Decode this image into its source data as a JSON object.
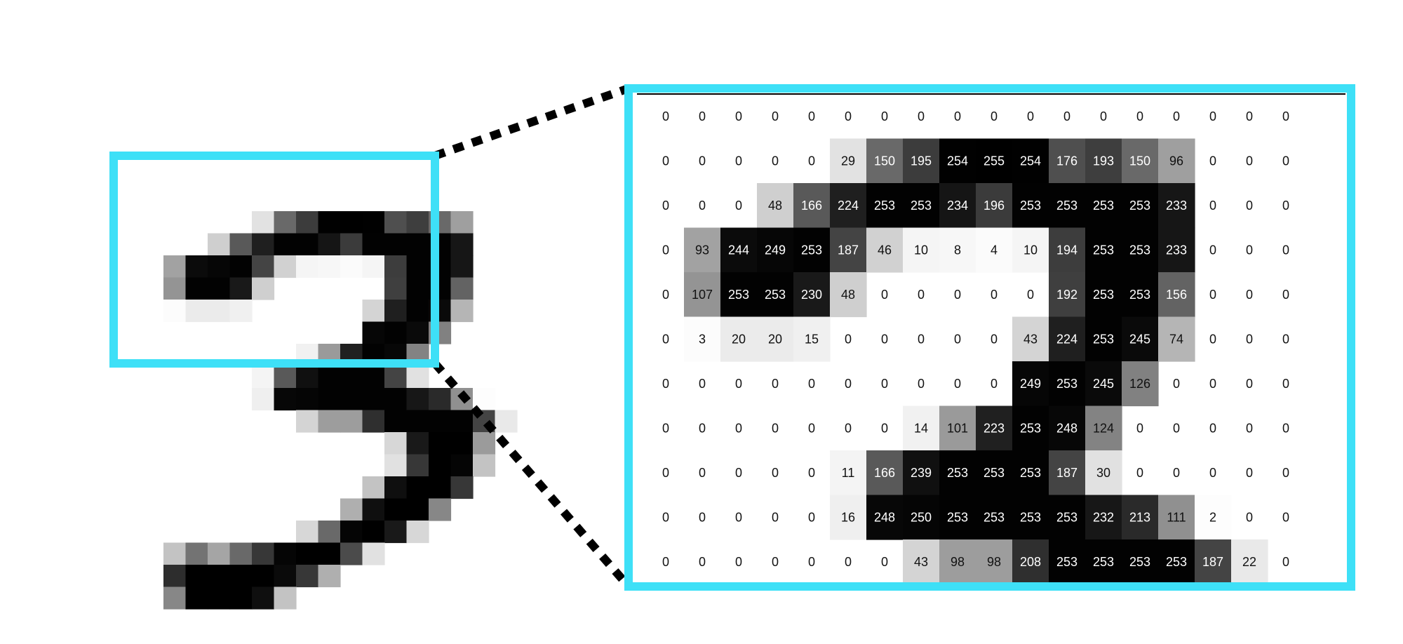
{
  "digit_image": {
    "rows": [
      [
        0,
        0,
        0,
        0,
        0,
        0,
        0,
        0,
        0,
        0,
        0,
        0,
        0,
        0,
        0,
        0,
        0,
        0,
        0,
        0
      ],
      [
        0,
        0,
        0,
        0,
        0,
        0,
        0,
        0,
        0,
        0,
        0,
        0,
        0,
        0,
        0,
        0,
        0,
        0,
        0,
        0
      ],
      [
        0,
        0,
        0,
        0,
        0,
        0,
        0,
        0,
        0,
        0,
        0,
        0,
        0,
        0,
        0,
        0,
        0,
        0,
        0,
        0
      ],
      [
        0,
        0,
        0,
        0,
        0,
        0,
        0,
        0,
        0,
        0,
        0,
        0,
        0,
        0,
        0,
        0,
        0,
        0,
        0,
        0
      ],
      [
        0,
        0,
        0,
        0,
        0,
        0,
        0,
        0,
        0,
        0,
        0,
        0,
        0,
        0,
        0,
        0,
        0,
        0,
        0,
        0
      ],
      [
        0,
        0,
        0,
        0,
        0,
        0,
        0,
        0,
        0,
        0,
        0,
        0,
        0,
        0,
        0,
        0,
        0,
        0,
        0,
        0
      ],
      [
        0,
        0,
        0,
        0,
        0,
        0,
        0,
        0,
        0,
        0,
        0,
        0,
        0,
        0,
        0,
        0,
        0,
        0,
        0,
        0
      ],
      [
        0,
        0,
        0,
        0,
        0,
        0,
        0,
        0,
        0,
        0,
        0,
        0,
        0,
        0,
        0,
        0,
        0,
        0,
        0,
        0
      ],
      [
        0,
        0,
        0,
        0,
        0,
        0,
        0,
        0,
        0,
        0,
        0,
        0,
        0,
        0,
        0,
        0,
        0,
        0,
        0,
        0
      ],
      [
        0,
        0,
        0,
        0,
        0,
        0,
        0,
        0,
        0,
        0,
        0,
        0,
        0,
        0,
        0,
        0,
        0,
        0,
        0,
        0
      ],
      [
        0,
        0,
        0,
        0,
        0,
        0,
        0,
        0,
        0,
        0,
        0,
        0,
        0,
        0,
        0,
        0,
        0,
        0,
        0,
        0
      ],
      [
        0,
        0,
        0,
        0,
        0,
        0,
        0,
        0,
        0,
        0,
        0,
        0,
        0,
        0,
        0,
        0,
        0,
        0,
        0,
        0
      ],
      [
        0,
        0,
        0,
        0,
        0,
        0,
        0,
        0,
        0,
        0,
        0,
        0,
        0,
        0,
        0,
        0,
        0,
        0,
        0,
        0
      ],
      [
        0,
        0,
        0,
        0,
        0,
        0,
        0,
        0,
        0,
        0,
        0,
        0,
        0,
        0,
        0,
        0,
        0,
        0,
        0,
        0
      ],
      [
        0,
        0,
        0,
        0,
        0,
        0,
        0,
        0,
        0,
        0,
        0,
        0,
        0,
        0,
        0,
        0,
        0,
        0,
        0,
        0
      ],
      [
        0,
        0,
        0,
        0,
        0,
        0,
        0,
        0,
        0,
        0,
        0,
        0,
        0,
        0,
        0,
        0,
        0,
        0,
        0,
        0
      ],
      [
        0,
        0,
        0,
        0,
        0,
        0,
        0,
        0,
        0,
        0,
        0,
        0,
        0,
        0,
        0,
        0,
        0,
        0,
        0,
        0
      ],
      [
        0,
        0,
        0,
        0,
        0,
        0,
        0,
        0,
        0,
        0,
        0,
        0,
        0,
        0,
        0,
        0,
        0,
        0,
        0,
        0
      ],
      [
        0,
        0,
        0,
        0,
        0,
        0,
        0,
        0,
        0,
        0,
        0,
        0,
        0,
        0,
        0,
        0,
        0,
        0,
        0,
        0
      ],
      [
        0,
        0,
        0,
        0,
        0,
        0,
        0,
        0,
        0,
        0,
        0,
        0,
        0,
        0,
        0,
        0,
        0,
        0,
        0,
        0
      ]
    ]
  },
  "zoom_matrix": {
    "rows": [
      [
        0,
        0,
        0,
        0,
        0,
        0,
        0,
        0,
        0,
        0,
        0,
        0,
        0,
        0,
        0,
        0,
        0,
        0
      ],
      [
        0,
        0,
        0,
        0,
        0,
        29,
        150,
        195,
        254,
        255,
        254,
        176,
        193,
        150,
        96,
        0,
        0,
        0
      ],
      [
        0,
        0,
        0,
        48,
        166,
        224,
        253,
        253,
        234,
        196,
        253,
        253,
        253,
        253,
        233,
        0,
        0,
        0
      ],
      [
        0,
        93,
        244,
        249,
        253,
        187,
        46,
        10,
        8,
        4,
        10,
        194,
        253,
        253,
        233,
        0,
        0,
        0
      ],
      [
        0,
        107,
        253,
        253,
        230,
        48,
        0,
        0,
        0,
        0,
        0,
        192,
        253,
        253,
        156,
        0,
        0,
        0
      ],
      [
        0,
        3,
        20,
        20,
        15,
        0,
        0,
        0,
        0,
        0,
        43,
        224,
        253,
        245,
        74,
        0,
        0,
        0
      ],
      [
        0,
        0,
        0,
        0,
        0,
        0,
        0,
        0,
        0,
        0,
        249,
        253,
        245,
        126,
        0,
        0,
        0,
        0
      ],
      [
        0,
        0,
        0,
        0,
        0,
        0,
        0,
        14,
        101,
        223,
        253,
        248,
        124,
        0,
        0,
        0,
        0,
        0
      ],
      [
        0,
        0,
        0,
        0,
        0,
        11,
        166,
        239,
        253,
        253,
        253,
        187,
        30,
        0,
        0,
        0,
        0,
        0
      ],
      [
        0,
        0,
        0,
        0,
        0,
        16,
        248,
        250,
        253,
        253,
        253,
        253,
        232,
        213,
        111,
        2,
        0,
        0
      ],
      [
        0,
        0,
        0,
        0,
        0,
        0,
        0,
        43,
        98,
        98,
        208,
        253,
        253,
        253,
        253,
        187,
        22,
        0
      ]
    ]
  },
  "colors": {
    "highlight": "#3ee0f7",
    "connector": "#000000",
    "ink": "#000000",
    "paper": "#ffffff"
  }
}
